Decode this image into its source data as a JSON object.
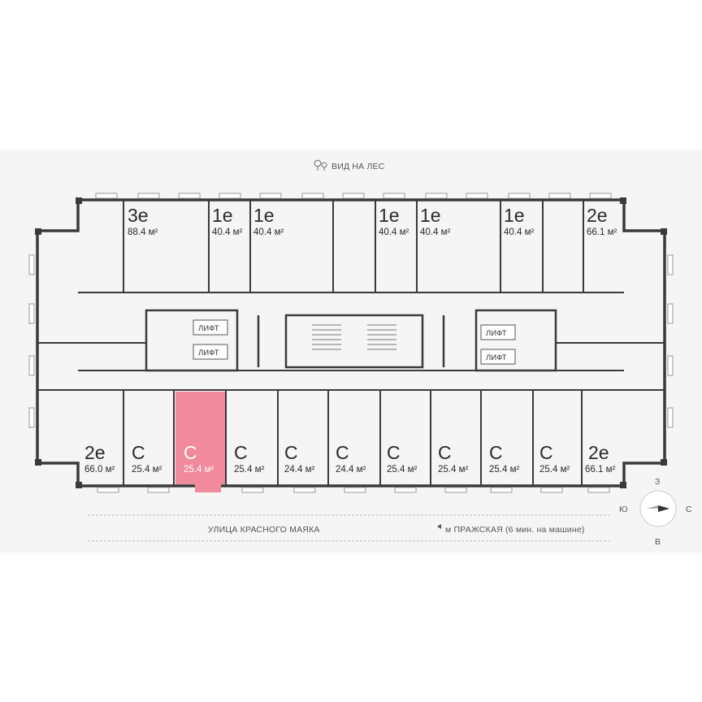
{
  "view_label": "ВИД НА ЛЕС",
  "street_label": "УЛИЦА КРАСНОГО МАЯКА",
  "metro_label": "м ПРАЖСКАЯ (6 мин. на машине)",
  "lift_label": "ЛИФТ",
  "compass": {
    "top": "З",
    "bottom": "В",
    "left": "Ю",
    "right": "С"
  },
  "colors": {
    "selected": "#f08a9c",
    "wall": "#3a3a3a",
    "background": "#f5f5f5"
  },
  "units_top": [
    {
      "type": "3е",
      "area": "88.4 м²"
    },
    {
      "type": "1е",
      "area": "40.4 м²"
    },
    {
      "type": "1е",
      "area": "40.4 м²"
    },
    {
      "type": "1е",
      "area": "40.4 м²"
    },
    {
      "type": "1е",
      "area": "40.4 м²"
    },
    {
      "type": "1е",
      "area": "40.4 м²"
    },
    {
      "type": "2е",
      "area": "66.1 м²"
    }
  ],
  "units_bottom": [
    {
      "type": "2е",
      "area": "66.0 м²"
    },
    {
      "type": "С",
      "area": "25.4 м²"
    },
    {
      "type": "С",
      "area": "25.4 м²",
      "selected": true
    },
    {
      "type": "С",
      "area": "25.4 м²"
    },
    {
      "type": "С",
      "area": "24.4 м²"
    },
    {
      "type": "С",
      "area": "24.4 м²"
    },
    {
      "type": "С",
      "area": "25.4 м²"
    },
    {
      "type": "С",
      "area": "25.4 м²"
    },
    {
      "type": "С",
      "area": "25.4 м²"
    },
    {
      "type": "С",
      "area": "25.4 м²"
    },
    {
      "type": "2е",
      "area": "66.1 м²"
    }
  ]
}
